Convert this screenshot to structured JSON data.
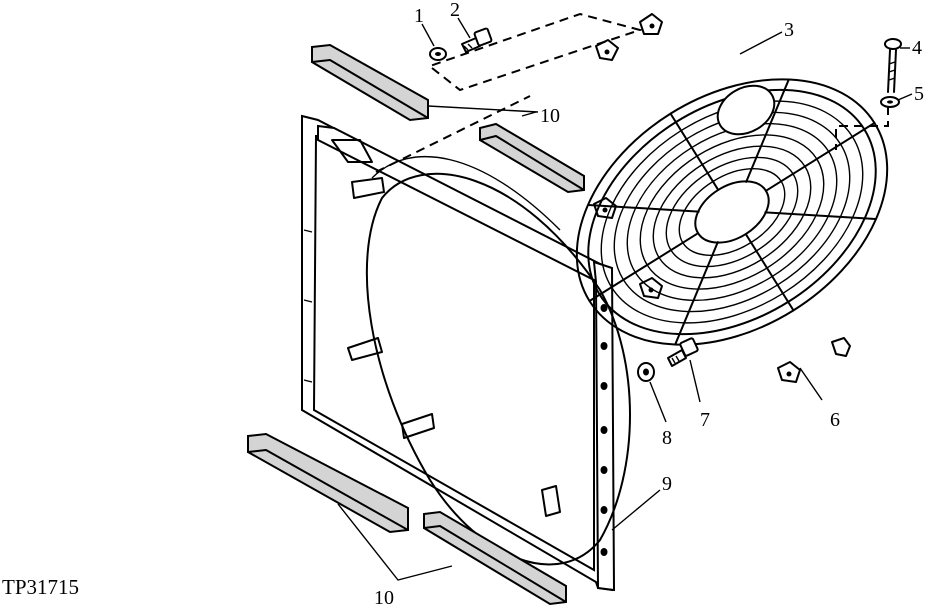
{
  "figure_id": "TP31715",
  "callouts": {
    "c1": "1",
    "c2": "2",
    "c3": "3",
    "c4": "4",
    "c5": "5",
    "c6": "6",
    "c7": "7",
    "c8": "8",
    "c9": "9",
    "c10_top": "10",
    "c10_bottom": "10"
  }
}
